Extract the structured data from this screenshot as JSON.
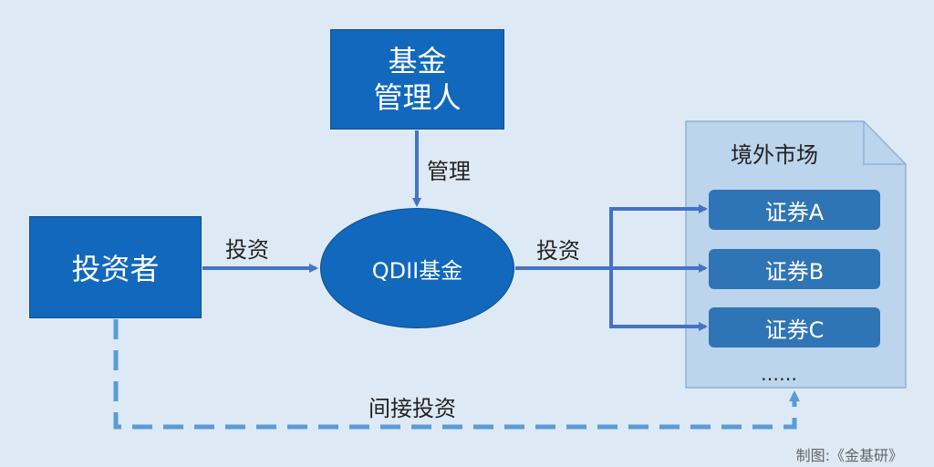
{
  "nodes": {
    "manager": [
      "基金",
      "管理人"
    ],
    "investor": "投资者",
    "qdii": "QDII基金",
    "market": "境外市场",
    "securities": [
      "证券A",
      "证券B",
      "证券C"
    ],
    "ellipsis": "……"
  },
  "edges": {
    "manage": "管理",
    "invest_left": "投资",
    "invest_right": "投资",
    "indirect": "间接投资"
  },
  "credit": "制图:《金基研》",
  "colors": {
    "background": "#dde9f4",
    "box_dark": "#1168bd",
    "box_light": "#2f75b5",
    "market_fill": "#bcd4ec",
    "arrow": "#4472c4",
    "dashed": "#5b9bd5"
  }
}
